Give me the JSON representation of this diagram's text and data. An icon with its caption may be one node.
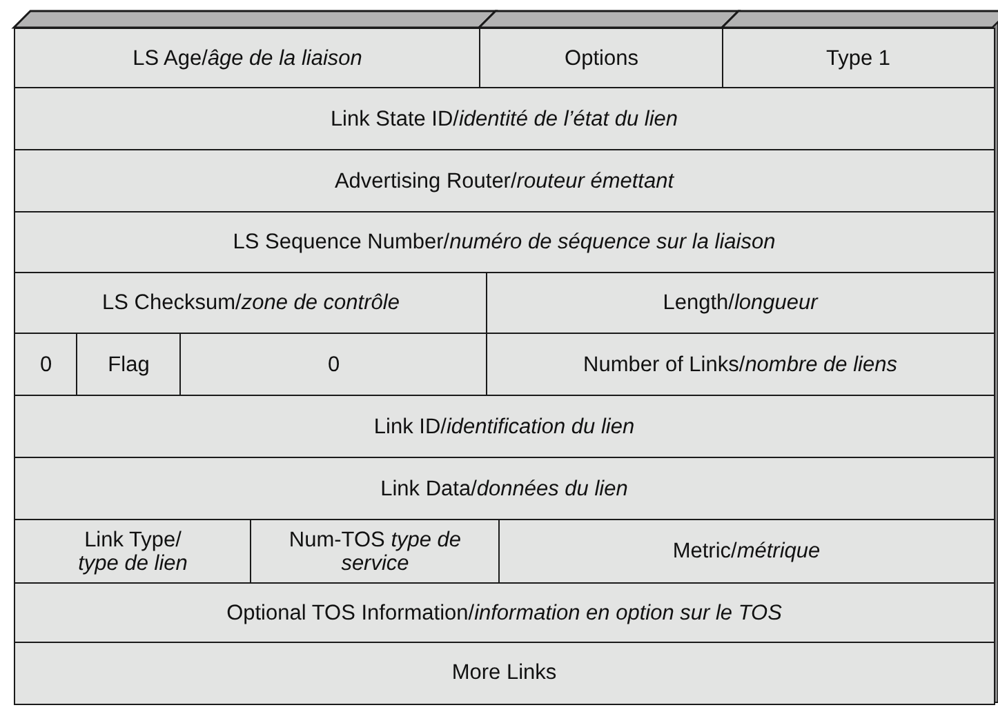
{
  "diagram": {
    "nodes": [
      {
        "text": [
          "LS Age/*âge de la liaison*"
        ]
      },
      {
        "text": [
          "Options"
        ]
      },
      {
        "text": [
          "Type 1"
        ]
      },
      {
        "text": [
          "Link State ID/*identité de l’état du lien*"
        ]
      },
      {
        "text": [
          "Advertising Router/*routeur émettant*"
        ]
      },
      {
        "text": [
          "LS Sequence Number/*numéro de séquence sur la liaison*"
        ]
      },
      {
        "text": [
          "LS Checksum/*zone de contrôle*"
        ]
      },
      {
        "text": [
          "Length/*longueur*"
        ]
      },
      {
        "text": [
          "0"
        ]
      },
      {
        "text": [
          "Flag"
        ]
      },
      {
        "text": [
          "0"
        ]
      },
      {
        "text": [
          "Number of Links/*nombre de liens*"
        ]
      },
      {
        "text": [
          "Link ID/*identification du lien*"
        ]
      },
      {
        "text": [
          "Link Data/*données du lien*"
        ]
      },
      {
        "text": [
          "Link Type/ *type de lien*"
        ]
      },
      {
        "text": [
          "Num-TOS *type de service*"
        ]
      },
      {
        "text": [
          "Metric/*métrique*"
        ]
      },
      {
        "text": [
          "Optional TOS Information/*information en option sur le TOS*"
        ]
      },
      {
        "text": [
          "More Links"
        ]
      }
    ]
  }
}
